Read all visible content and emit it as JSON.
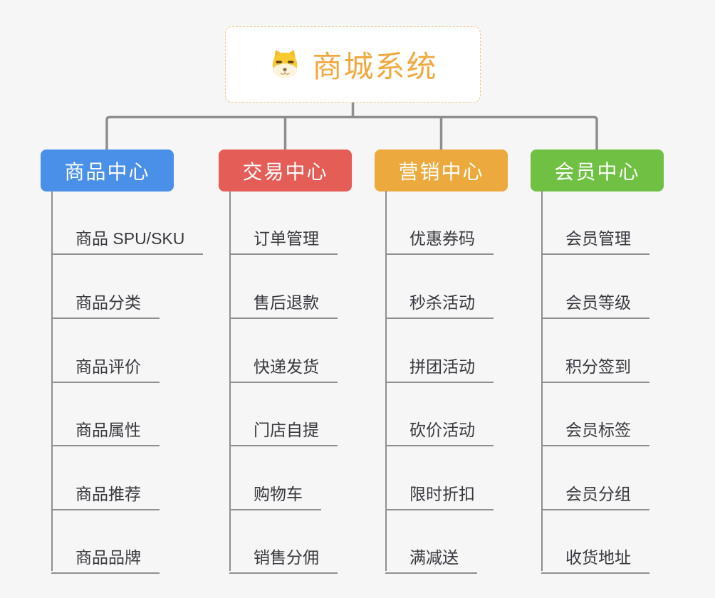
{
  "page": {
    "background_color": "#f6f6f6"
  },
  "root": {
    "title": "商城系统",
    "title_color": "#efa93f",
    "border_color": "#f2c684",
    "icon": "doge-dog-icon"
  },
  "connectors": {
    "color": "#8e8e8e",
    "underline_color": "#8f8f8f"
  },
  "branches": [
    {
      "label": "商品中心",
      "color": "#4a8fe8",
      "children": [
        "商品 SPU/SKU",
        "商品分类",
        "商品评价",
        "商品属性",
        "商品推荐",
        "商品品牌"
      ]
    },
    {
      "label": "交易中心",
      "color": "#e45d57",
      "children": [
        "订单管理",
        "售后退款",
        "快递发货",
        "门店自提",
        "购物车",
        "销售分佣"
      ]
    },
    {
      "label": "营销中心",
      "color": "#ecaa3e",
      "children": [
        "优惠券码",
        "秒杀活动",
        "拼团活动",
        "砍价活动",
        "限时折扣",
        "满减送"
      ]
    },
    {
      "label": "会员中心",
      "color": "#70c043",
      "children": [
        "会员管理",
        "会员等级",
        "积分签到",
        "会员标签",
        "会员分组",
        "收货地址"
      ]
    }
  ]
}
